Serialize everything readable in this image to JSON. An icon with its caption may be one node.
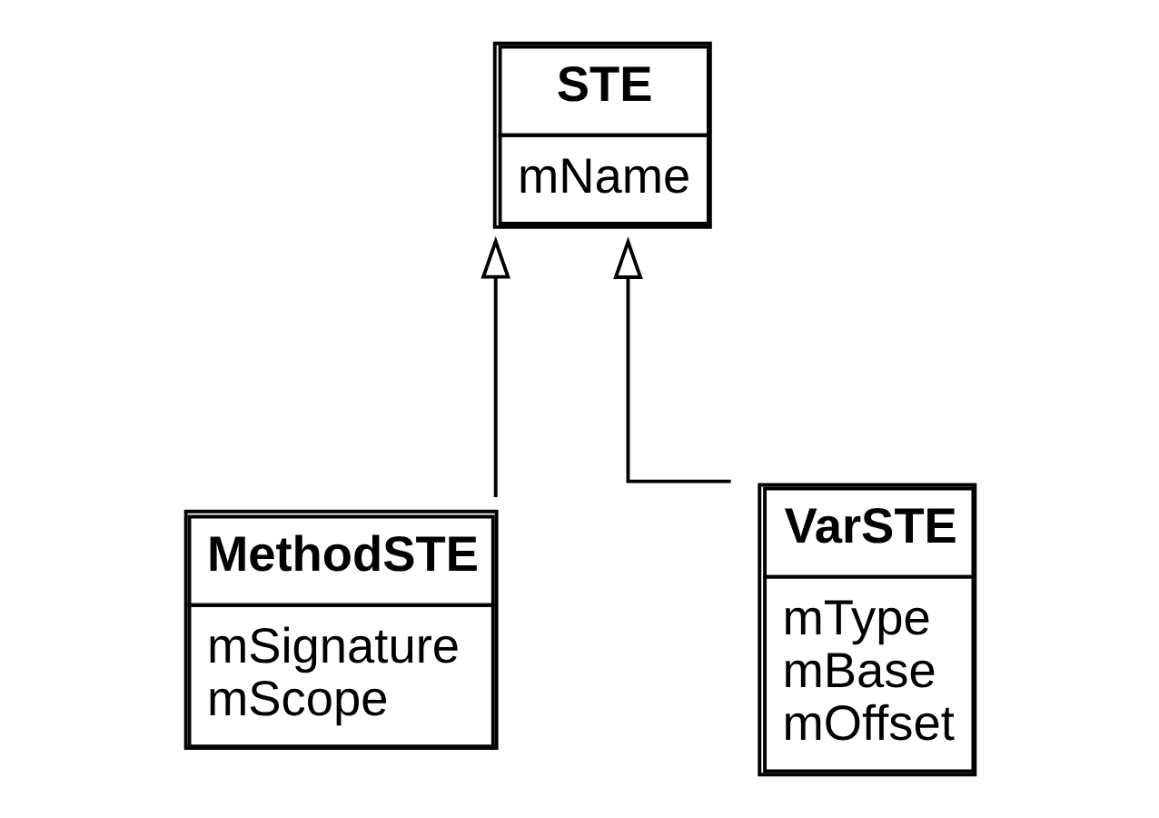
{
  "diagram": {
    "nodes": [
      {
        "text": [
          "STE",
          "mName"
        ]
      },
      {
        "text": [
          "MethodSTE",
          "mSignature",
          "mScope"
        ]
      },
      {
        "text": [
          "VarSTE",
          "mType",
          "mBase",
          "mOffset"
        ]
      }
    ],
    "edges": [
      {
        "from": 1,
        "to": 0,
        "arrow": "to"
      },
      {
        "from": 2,
        "to": 0,
        "arrow": "to"
      }
    ]
  }
}
